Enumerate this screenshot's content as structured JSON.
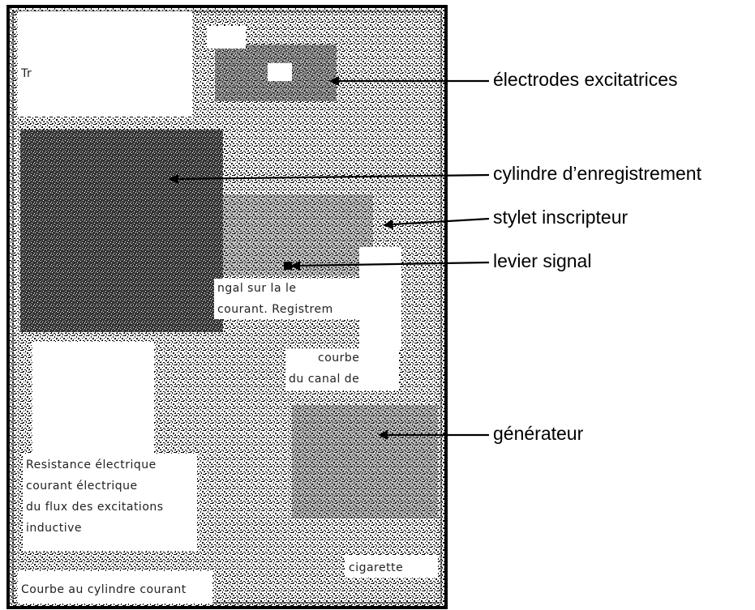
{
  "labels": {
    "electrodes": "électrodes excitatrices",
    "cylinder": "cylindre d’enregistrement",
    "stylus": "stylet inscripteur",
    "lever": "levier signal",
    "generator": "générateur"
  },
  "inner_labels": {
    "a1": "Tr",
    "b1": "ngal sur la le",
    "b2": "courant. Registrem",
    "c1": "courbe",
    "c2": "du canal de",
    "d1": "Resistance électrique",
    "d2": "courant électrique",
    "d3": "du flux des excitations",
    "d4": "inductive",
    "e1": "cigarette",
    "f1": "Courbe au cylindre courant"
  },
  "colors": {
    "ink": "#000000",
    "noise_dark": "#1a1a1a",
    "background": "#ffffff"
  }
}
